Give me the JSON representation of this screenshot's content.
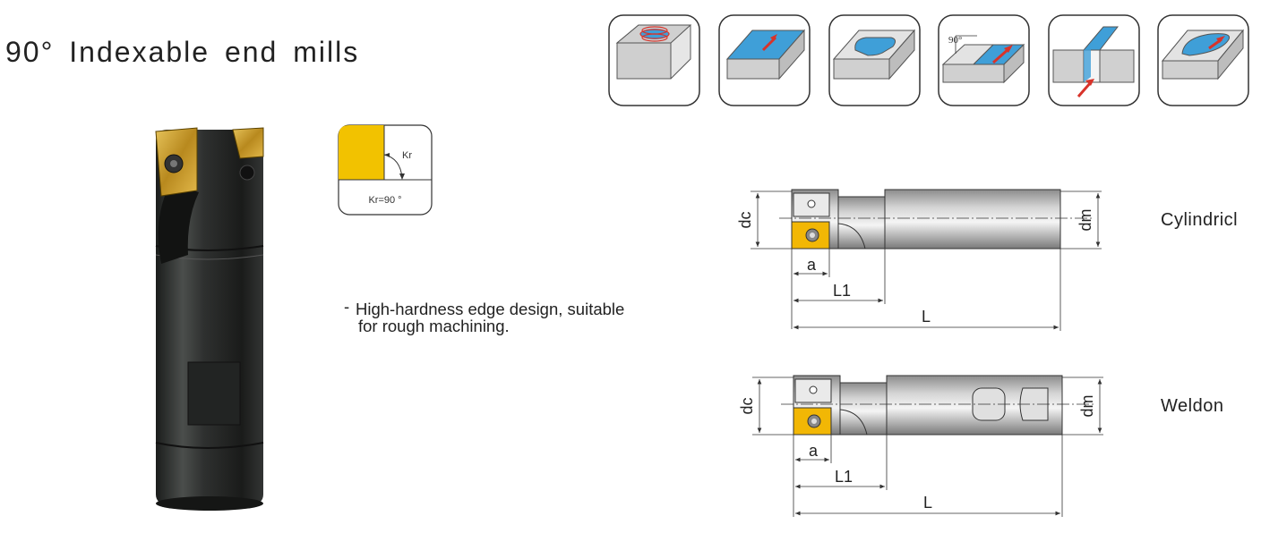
{
  "title": "90° Indexable end mills",
  "operation_icons": [
    "circular-interpolation-icon",
    "face-milling-icon",
    "pocket-milling-icon",
    "shoulder-milling-icon",
    "slot-milling-icon",
    "profile-milling-icon"
  ],
  "shoulder_icon_label": "90°",
  "kr": {
    "angle_label": "Kr",
    "value_label": "Kr=90 °"
  },
  "feature": {
    "dash": "-",
    "line1": "High-hardness edge design, suitable",
    "line2": "for rough machining."
  },
  "drawings": {
    "cylindrical": {
      "type_label": "Cylindricl",
      "dc": "dc",
      "dm": "dm",
      "a": "a",
      "l1": "L1",
      "l": "L"
    },
    "weldon": {
      "type_label": "Weldon",
      "dc": "dc",
      "dm": "dm",
      "a": "a",
      "l1": "L1",
      "l": "L"
    }
  },
  "colors": {
    "insert": "#f2b705",
    "blue": "#3f9fd8",
    "red_arrow": "#d8332a",
    "body": "#2a2c2b"
  }
}
